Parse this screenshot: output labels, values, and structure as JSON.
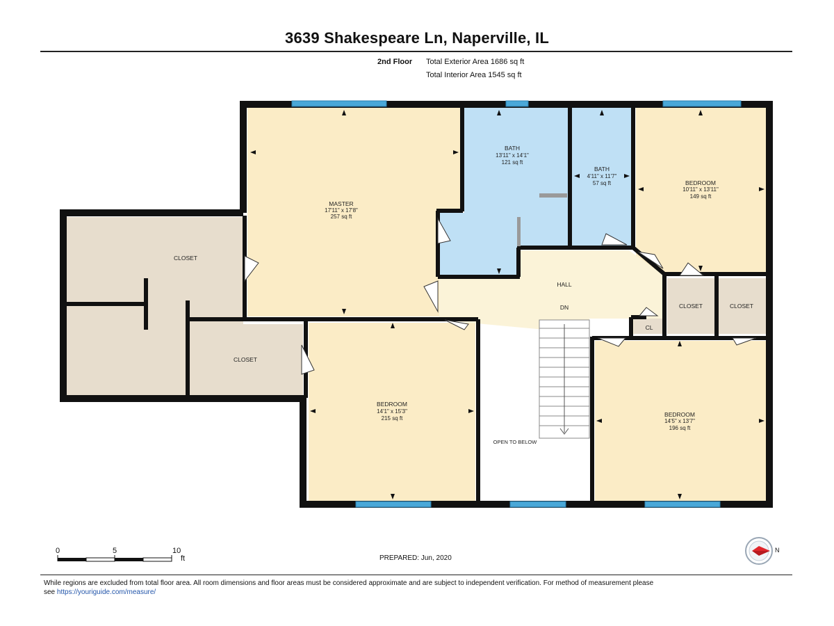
{
  "header": {
    "title": "3639 Shakespeare Ln, Naperville, IL",
    "floor": "2nd Floor",
    "exterior_area": "Total Exterior Area 1686 sq ft",
    "interior_area": "Total Interior Area 1545 sq ft"
  },
  "rooms": {
    "master": {
      "name": "MASTER",
      "dims": "17'11\" x 17'8\"",
      "area": "257 sq ft"
    },
    "bath1": {
      "name": "BATH",
      "dims": "13'11\" x 14'1\"",
      "area": "121 sq ft"
    },
    "bath2": {
      "name": "BATH",
      "dims": "4'11\" x 11'7\"",
      "area": "57 sq ft"
    },
    "bedroom_ne": {
      "name": "BEDROOM",
      "dims": "10'11\" x 13'11\"",
      "area": "149 sq ft"
    },
    "bedroom_s": {
      "name": "BEDROOM",
      "dims": "14'1\" x 15'3\"",
      "area": "215 sq ft"
    },
    "bedroom_se": {
      "name": "BEDROOM",
      "dims": "14'5\" x 13'7\"",
      "area": "196 sq ft"
    },
    "closet_large": "CLOSET",
    "closet_mid": "CLOSET",
    "closet_e1": "CLOSET",
    "closet_e2": "CLOSET",
    "cl": "CL",
    "hall": "HALL",
    "dn": "DN",
    "open_below": "OPEN TO BELOW"
  },
  "scale": {
    "zero": "0",
    "five": "5",
    "ten": "10",
    "unit": "ft"
  },
  "footer": {
    "prepared": "PREPARED: Jun, 2020",
    "compass_label": "N",
    "disclaimer_line1": "While regions are excluded from total floor area. All room dimensions and floor areas must be considered approximate and are subject to independent verification. For method of measurement please",
    "disclaimer_see": "see",
    "disclaimer_link": "https://youriguide.com/measure/"
  },
  "colors": {
    "wall": "#111111",
    "living": "#fbecc6",
    "bath": "#bfe0f5",
    "closet": "#e7ddcd",
    "hall": "#fbf3d8",
    "open": "#ffffff",
    "window": "#4aa8d8",
    "compass_arrow": "#e0262b"
  }
}
